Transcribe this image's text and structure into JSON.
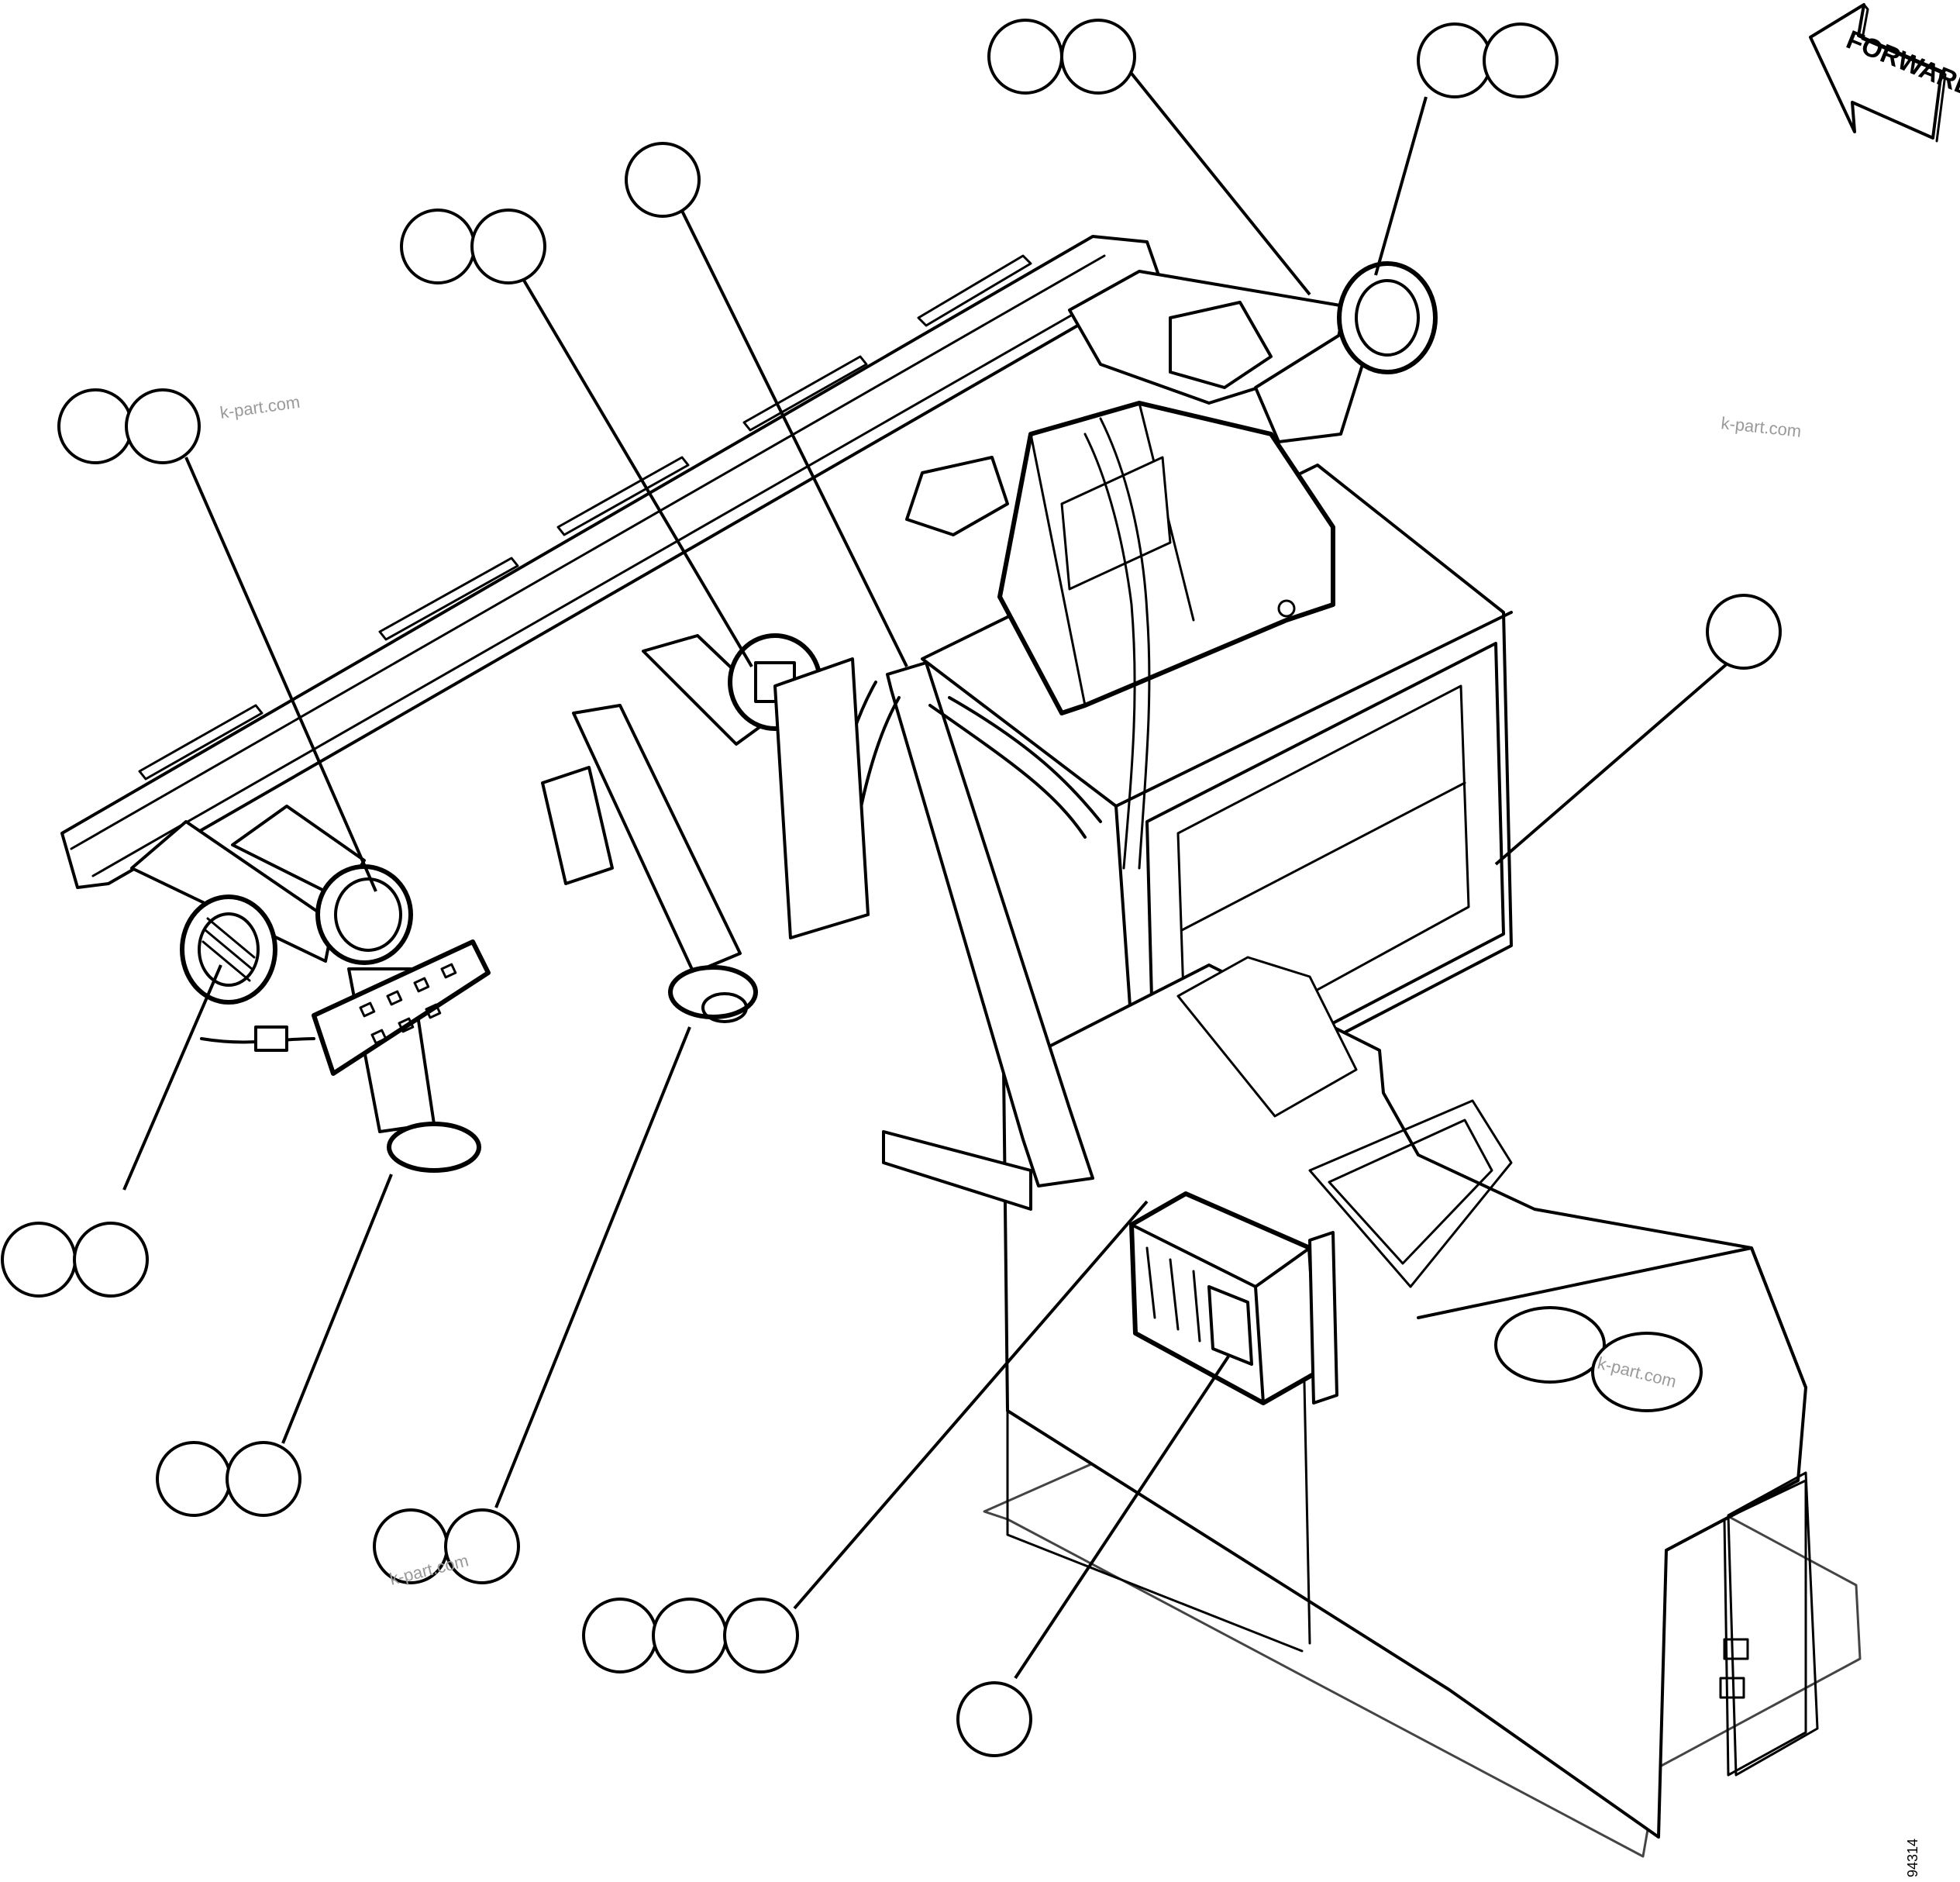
{
  "diagram": {
    "direction_label": "FORWARD",
    "figure_number": "94314",
    "watermarks": [
      "k-part.com",
      "k-part.com",
      "k-part.com",
      "k-part.com"
    ]
  },
  "icons": {
    "direction": "forward-arrow-icon"
  }
}
